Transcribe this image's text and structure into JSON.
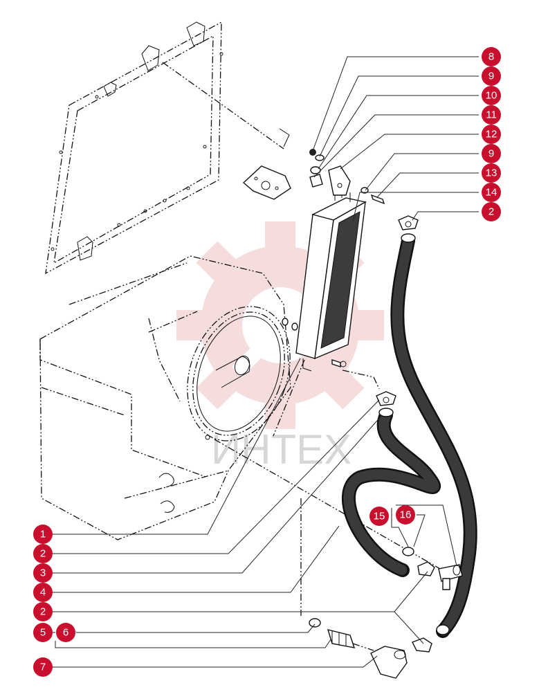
{
  "watermark": {
    "text": "ИНТЕХ",
    "color": "#e8a0a0"
  },
  "callouts": [
    {
      "id": "c8",
      "label": "8"
    },
    {
      "id": "c9a",
      "label": "9"
    },
    {
      "id": "c10",
      "label": "10"
    },
    {
      "id": "c11",
      "label": "11"
    },
    {
      "id": "c12",
      "label": "12"
    },
    {
      "id": "c9b",
      "label": "9"
    },
    {
      "id": "c13",
      "label": "13"
    },
    {
      "id": "c14",
      "label": "14"
    },
    {
      "id": "c2a",
      "label": "2"
    },
    {
      "id": "c15",
      "label": "15"
    },
    {
      "id": "c16",
      "label": "16"
    },
    {
      "id": "c1",
      "label": "1"
    },
    {
      "id": "c2b",
      "label": "2"
    },
    {
      "id": "c3",
      "label": "3"
    },
    {
      "id": "c4",
      "label": "4"
    },
    {
      "id": "c2c",
      "label": "2"
    },
    {
      "id": "c5",
      "label": "5"
    },
    {
      "id": "c6",
      "label": "6"
    },
    {
      "id": "c7",
      "label": "7"
    }
  ],
  "colors": {
    "badge": "#c8102e",
    "ink": "#111111"
  }
}
